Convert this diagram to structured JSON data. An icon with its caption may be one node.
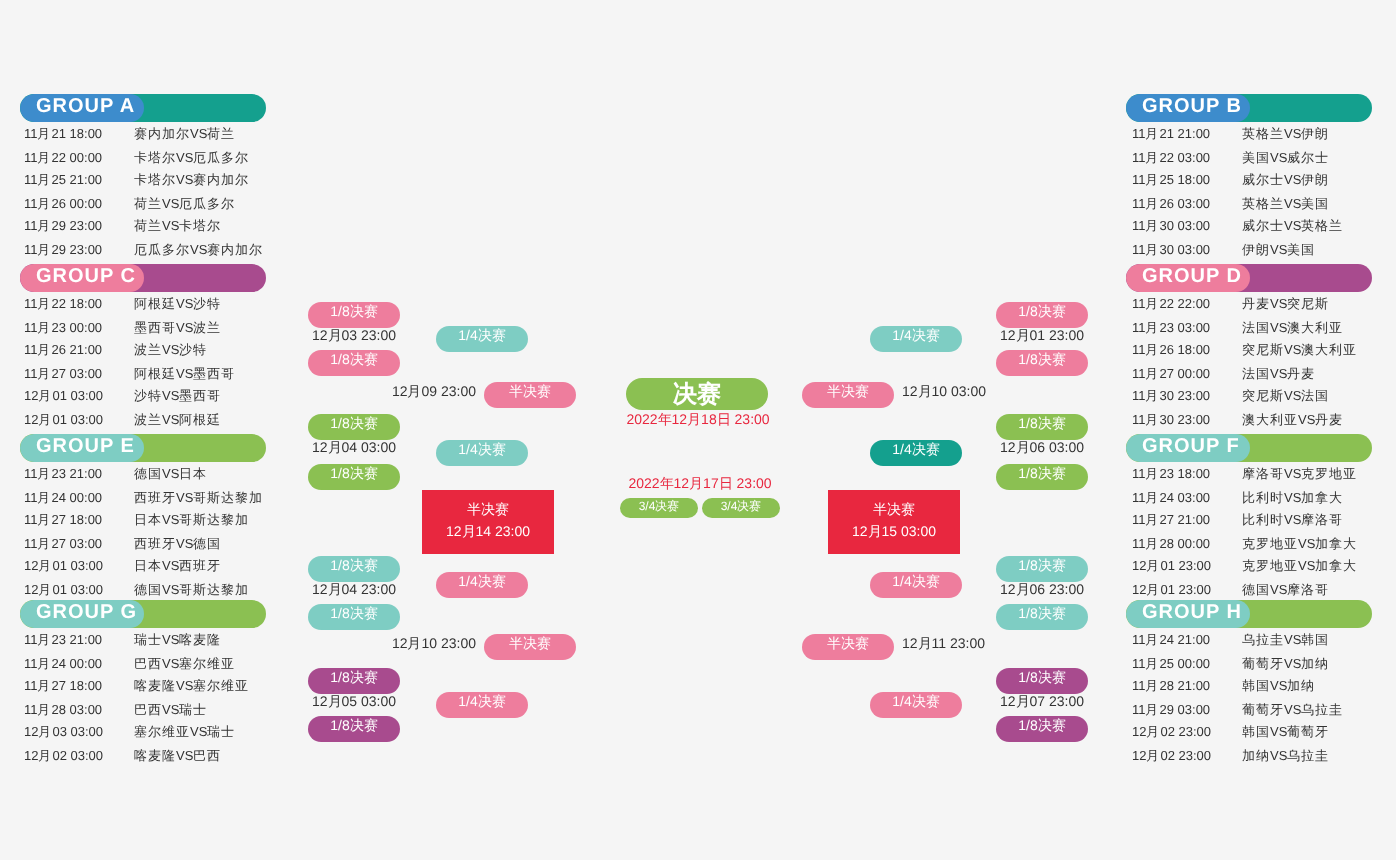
{
  "diagram": {
    "nodes": [
      {
        "text": [
          "GROUP A"
        ]
      },
      {
        "text": [
          "GROUP C"
        ]
      },
      {
        "text": [
          "GROUP E"
        ]
      },
      {
        "text": [
          "GROUP G"
        ]
      },
      {
        "text": [
          "1/8决赛"
        ],
        "beside": [
          "12月03 23:00"
        ]
      },
      {
        "text": [
          "1/8决赛"
        ]
      },
      {
        "text": [
          "1/4决赛"
        ]
      },
      {
        "text": [
          "半决赛"
        ],
        "beside": [
          "12月09 23:00"
        ]
      },
      {
        "text": [
          "1/8决赛"
        ],
        "beside": [
          "12月04 03:00"
        ]
      },
      {
        "text": [
          "1/8决赛"
        ]
      },
      {
        "text": [
          "1/4决赛"
        ]
      },
      {
        "text": [
          "半决赛",
          "12月14 23:00"
        ]
      },
      {
        "text": [
          "1/8决赛"
        ],
        "beside": [
          "12月04 23:00"
        ]
      },
      {
        "text": [
          "1/8决赛"
        ]
      },
      {
        "text": [
          "1/4决赛"
        ]
      },
      {
        "text": [
          "半决赛"
        ],
        "beside": [
          "12月10 23:00"
        ]
      },
      {
        "text": [
          "1/8决赛"
        ],
        "beside": [
          "12月05 03:00"
        ]
      },
      {
        "text": [
          "1/8决赛"
        ]
      },
      {
        "text": [
          "1/4决赛"
        ]
      },
      {
        "text": [
          "决赛"
        ],
        "beside": [
          "2022年12月18日 23:00"
        ]
      },
      {
        "text": [
          "3/4决赛"
        ],
        "beside": [
          "2022年12月17日 23:00"
        ]
      },
      {
        "text": [
          "3/4决赛"
        ]
      },
      {
        "text": [
          "1/4决赛"
        ]
      },
      {
        "text": [
          "1/8决赛"
        ],
        "beside": [
          "12月01 23:00"
        ]
      },
      {
        "text": [
          "1/8决赛"
        ]
      },
      {
        "text": [
          "半决赛"
        ],
        "beside": [
          "12月10 03:00"
        ]
      },
      {
        "text": [
          "1/4决赛"
        ]
      },
      {
        "text": [
          "1/8决赛"
        ],
        "beside": [
          "12月06 03:00"
        ]
      },
      {
        "text": [
          "1/8决赛"
        ]
      },
      {
        "text": [
          "半决赛",
          "12月15 03:00"
        ]
      },
      {
        "text": [
          "1/4决赛"
        ]
      },
      {
        "text": [
          "1/8决赛"
        ],
        "beside": [
          "12月06 23:00"
        ]
      },
      {
        "text": [
          "1/8决赛"
        ]
      },
      {
        "text": [
          "半决赛"
        ],
        "beside": [
          "12月11 23:00"
        ]
      },
      {
        "text": [
          "1/4决赛"
        ]
      },
      {
        "text": [
          "1/8决赛"
        ],
        "beside": [
          "12月07 23:00"
        ]
      },
      {
        "text": [
          "1/8决赛"
        ]
      },
      {
        "text": [
          "GROUP B"
        ]
      },
      {
        "text": [
          "GROUP D"
        ]
      },
      {
        "text": [
          "GROUP F"
        ]
      },
      {
        "text": [
          "GROUP H"
        ]
      }
    ],
    "labels": [
      "11月21 18:00",
      "赛内加尔VS荷兰",
      "11月22 00:00",
      "卡塔尔VS厄瓜多尔",
      "11月25 21:00",
      "卡塔尔VS赛内加尔",
      "11月26 00:00",
      "荷兰VS厄瓜多尔",
      "11月29 23:00",
      "荷兰VS卡塔尔",
      "11月29 23:00",
      "厄瓜多尔VS赛内加尔",
      "11月22 18:00",
      "阿根廷VS沙特",
      "11月23 00:00",
      "墨西哥VS波兰",
      "11月26 21:00",
      "波兰VS沙特",
      "11月27 03:00",
      "阿根廷VS墨西哥",
      "12月01 03:00",
      "沙特VS墨西哥",
      "12月01 03:00",
      "波兰VS阿根廷",
      "11月23 21:00",
      "德国VS日本",
      "11月24 00:00",
      "西班牙VS哥斯达黎加",
      "11月27 18:00",
      "日本VS哥斯达黎加",
      "11月27 03:00",
      "西班牙VS德国",
      "12月01 03:00",
      "日本VS西班牙",
      "12月01 03:00",
      "德国VS哥斯达黎加",
      "11月23 21:00",
      "瑞士VS喀麦隆",
      "11月24 00:00",
      "巴西VS塞尔维亚",
      "11月27 18:00",
      "喀麦隆VS塞尔维亚",
      "11月28 03:00",
      "巴西VS瑞士",
      "12月03 03:00",
      "塞尔维亚VS瑞士",
      "12月02 03:00",
      "喀麦隆VS巴西",
      "11月21 21:00",
      "英格兰VS伊朗",
      "11月22 03:00",
      "美国VS威尔士",
      "11月25 18:00",
      "威尔士VS伊朗",
      "11月26 03:00",
      "英格兰VS美国",
      "11月30 03:00",
      "威尔士VS英格兰",
      "11月30 03:00",
      "伊朗VS美国",
      "11月22 22:00",
      "丹麦VS突尼斯",
      "11月23 03:00",
      "法国VS澳大利亚",
      "11月26 18:00",
      "突尼斯VS澳大利亚",
      "11月27 00:00",
      "法国VS丹麦",
      "11月30 23:00",
      "突尼斯VS法国",
      "11月30 23:00",
      "澳大利亚VS丹麦",
      "11月23 18:00",
      "摩洛哥VS克罗地亚",
      "11月24 03:00",
      "比利时VS加拿大",
      "11月27 21:00",
      "比利时VS摩洛哥",
      "11月28 00:00",
      "克罗地亚VS加拿大",
      "12月01 23:00",
      "克罗地亚VS加拿大",
      "12月01 23:00",
      "德国VS摩洛哥",
      "11月24 21:00",
      "乌拉圭VS韩国",
      "11月25 00:00",
      "葡萄牙VS加纳",
      "11月28 21:00",
      "韩国VS加纳",
      "11月29 03:00",
      "葡萄牙VS乌拉圭",
      "12月02 23:00",
      "韩国VS葡萄牙",
      "12月02 23:00",
      "加纳VS乌拉圭"
    ]
  }
}
